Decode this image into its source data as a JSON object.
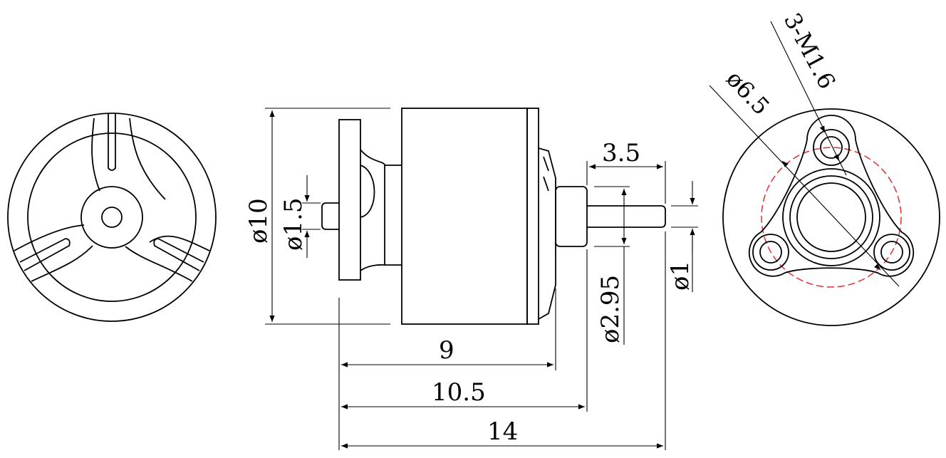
{
  "dimensions": {
    "length_stator": "9",
    "length_to_bearing": "10.5",
    "length_total": "14",
    "shaft_protrusion": "3.5",
    "diameter_body": "ø10",
    "diameter_rear_boss": "ø1.5",
    "diameter_bearing_boss": "ø2.95",
    "diameter_shaft": "ø1",
    "diameter_bolt_circle": "ø6.5",
    "mounting_holes": "3-M1.6"
  },
  "colors": {
    "line": "#000000",
    "bolt_circle_centerline": "#e23a3a",
    "background": "#ffffff"
  }
}
